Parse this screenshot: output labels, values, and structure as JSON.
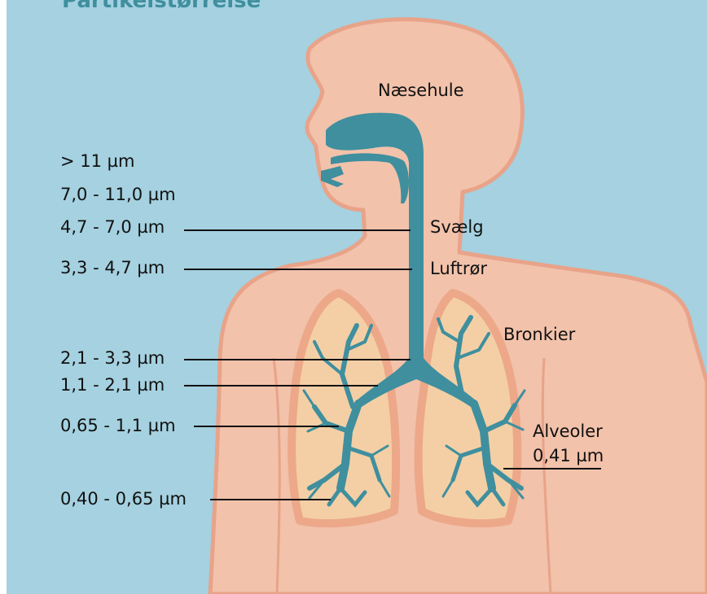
{
  "diagram": {
    "title": "Partikelstørrelse",
    "size_labels": [
      {
        "id": "gt11",
        "text": "> 11 µm"
      },
      {
        "id": "7to11",
        "text": "7,0 - 11,0 µm"
      },
      {
        "id": "4_7to7",
        "text": "4,7 - 7,0 µm"
      },
      {
        "id": "3_3to4_7",
        "text": "3,3 - 4,7 µm"
      },
      {
        "id": "2_1to3_3",
        "text": "2,1 - 3,3 µm"
      },
      {
        "id": "1_1to2_1",
        "text": "1,1 - 2,1 µm"
      },
      {
        "id": "0_65to1_1",
        "text": "0,65 - 1,1 µm"
      },
      {
        "id": "0_40to0_65",
        "text": "0,40 - 0,65 µm"
      }
    ],
    "anatomy_labels": {
      "nasal_cavity": "Næsehule",
      "pharynx": "Svælg",
      "trachea": "Luftrør",
      "bronchi": "Bronkier",
      "alveoli": "Alveoler",
      "alveoli_size": "0,41 µm"
    },
    "colors": {
      "background": "#a5d1e0",
      "skin": "#f2c2ab",
      "skin_outline": "#e8a389",
      "airway": "#3f8f9e",
      "lung_fill": "#f4cfa5",
      "title": "#3f8f9e"
    }
  }
}
